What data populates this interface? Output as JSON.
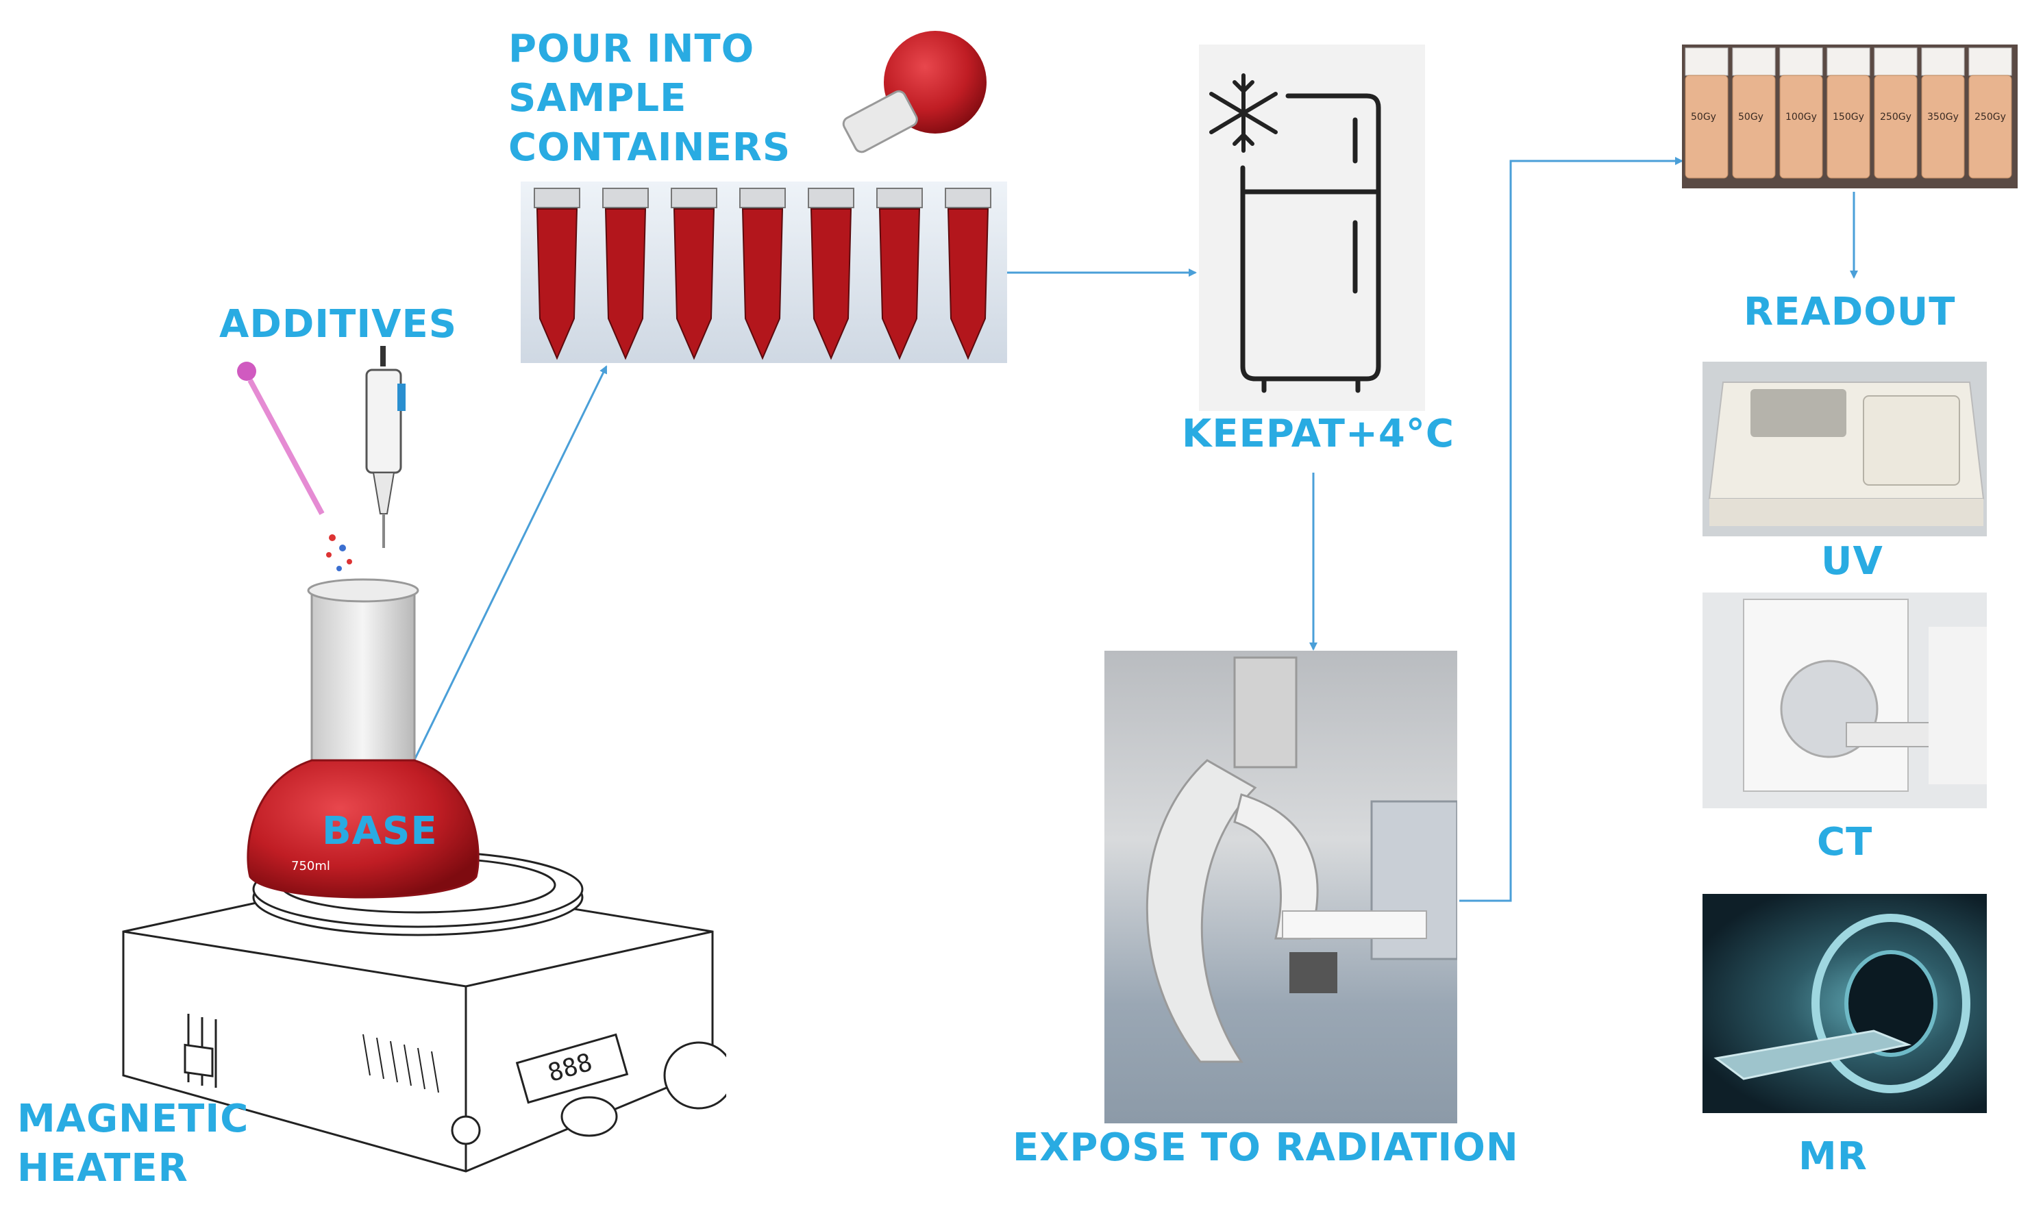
{
  "labels": {
    "additives": "ADDITIVES",
    "pour_line1": "POUR INTO",
    "pour_line2": "SAMPLE",
    "pour_line3": "CONTAINERS",
    "base": "BASE",
    "heater_line1": "MAGNETIC",
    "heater_line2": "HEATER",
    "keep": "KEEPAT+4°C",
    "expose": "EXPOSE TO RADIATION",
    "readout": "READOUT",
    "uv": "UV",
    "ct": "CT",
    "mr": "MR"
  },
  "illustration_text": {
    "flask_volume": "750ml",
    "heater_display": "888",
    "tube_labels": [
      "50Gy",
      "50Gy",
      "100Gy",
      "150Gy",
      "250Gy",
      "350Gy",
      "250Gy"
    ]
  },
  "colors": {
    "label_text": "#29abe2",
    "arrow": "#4a9fd8",
    "gel_red": "#b3161c",
    "irradiated_gel": "#e8b48f"
  }
}
